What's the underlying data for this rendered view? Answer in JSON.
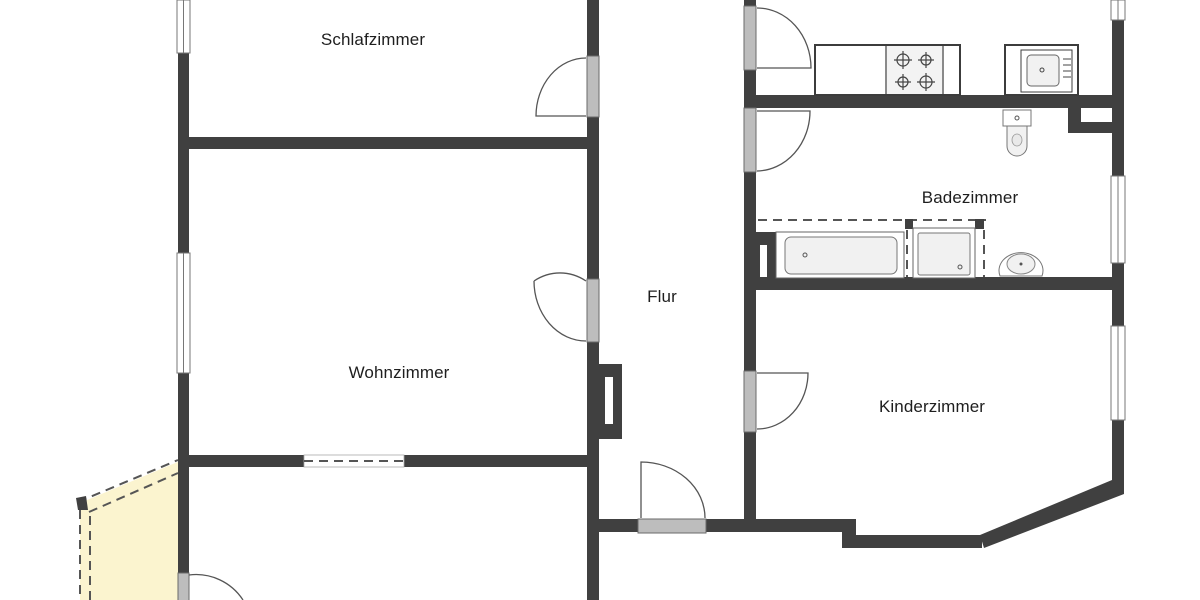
{
  "plan": {
    "type": "floor-plan",
    "colors": {
      "wall": "#404040",
      "door_leaf": "#bdbdbd",
      "balcony_fill": "#fbf4cf",
      "background": "#ffffff",
      "label": "#1e1e1e"
    },
    "rooms": [
      {
        "id": "schlafzimmer",
        "label": "Schlafzimmer"
      },
      {
        "id": "wohnzimmer",
        "label": "Wohnzimmer"
      },
      {
        "id": "flur",
        "label": "Flur"
      },
      {
        "id": "badezimmer",
        "label": "Badezimmer"
      },
      {
        "id": "kinderzimmer",
        "label": "Kinderzimmer"
      }
    ],
    "fixtures": [
      "stove-cooktop",
      "sink",
      "toilet",
      "bathtub",
      "shower",
      "washbasin",
      "chimney"
    ],
    "areas": [
      "balcony"
    ]
  }
}
